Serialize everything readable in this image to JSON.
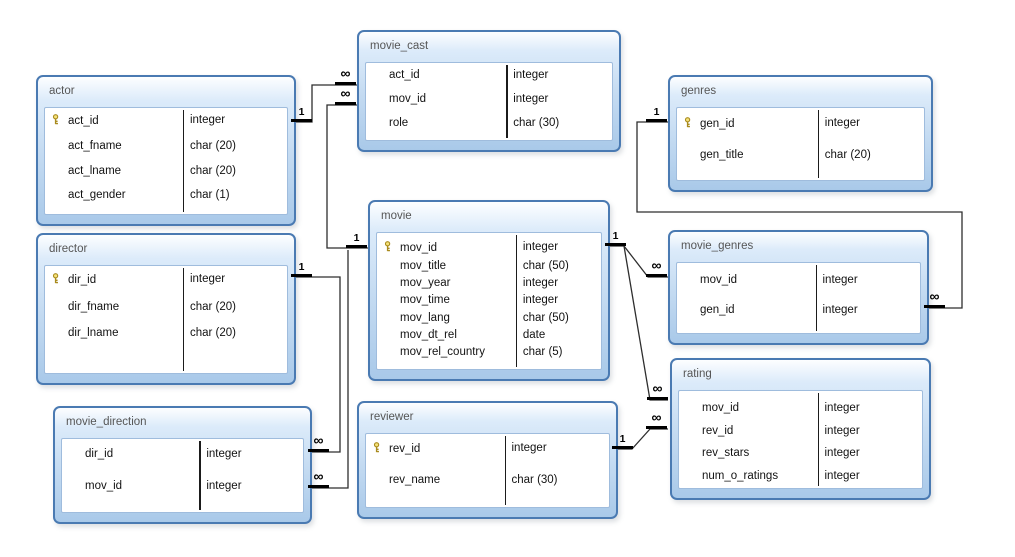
{
  "diagram": {
    "kind": "entity-relationship-diagram",
    "subject": "movie database schema"
  },
  "markers": {
    "one": "1",
    "many": "∞"
  },
  "icons": {
    "primary_key": "key-icon"
  },
  "colors": {
    "box_border": "#4a7ab2",
    "box_fill_light": "#dcebfa",
    "box_fill_dark": "#a9c9e9",
    "panel": "#ffffff",
    "divider": "#1b1b1b",
    "line": "#2e2e2e",
    "key_gold": "#f5e27a",
    "title_text": "#565656"
  },
  "tables": [
    {
      "title": "actor",
      "fields": [
        {
          "name": "act_id",
          "type": "integer",
          "key": true
        },
        {
          "name": "act_fname",
          "type": "char (20)",
          "key": false
        },
        {
          "name": "act_lname",
          "type": "char (20)",
          "key": false
        },
        {
          "name": "act_gender",
          "type": "char (1)",
          "key": false
        }
      ]
    },
    {
      "title": "movie_cast",
      "fields": [
        {
          "name": "act_id",
          "type": "integer",
          "key": false
        },
        {
          "name": "mov_id",
          "type": "integer",
          "key": false
        },
        {
          "name": "role",
          "type": "char (30)",
          "key": false
        }
      ]
    },
    {
      "title": "genres",
      "fields": [
        {
          "name": "gen_id",
          "type": "integer",
          "key": true
        },
        {
          "name": "gen_title",
          "type": "char (20)",
          "key": false
        }
      ]
    },
    {
      "title": "director",
      "fields": [
        {
          "name": "dir_id",
          "type": "integer",
          "key": true
        },
        {
          "name": "dir_fname",
          "type": "char (20)",
          "key": false
        },
        {
          "name": "dir_lname",
          "type": "char (20)",
          "key": false
        }
      ]
    },
    {
      "title": "movie",
      "fields": [
        {
          "name": "mov_id",
          "type": "integer",
          "key": true
        },
        {
          "name": "mov_title",
          "type": "char (50)",
          "key": false
        },
        {
          "name": "mov_year",
          "type": "integer",
          "key": false
        },
        {
          "name": "mov_time",
          "type": "integer",
          "key": false
        },
        {
          "name": "mov_lang",
          "type": "char (50)",
          "key": false
        },
        {
          "name": "mov_dt_rel",
          "type": "date",
          "key": false
        },
        {
          "name": "mov_rel_country",
          "type": "char (5)",
          "key": false
        }
      ]
    },
    {
      "title": "movie_genres",
      "fields": [
        {
          "name": "mov_id",
          "type": "integer",
          "key": false
        },
        {
          "name": "gen_id",
          "type": "integer",
          "key": false
        }
      ]
    },
    {
      "title": "movie_direction",
      "fields": [
        {
          "name": "dir_id",
          "type": "integer",
          "key": false
        },
        {
          "name": "mov_id",
          "type": "integer",
          "key": false
        }
      ]
    },
    {
      "title": "reviewer",
      "fields": [
        {
          "name": "rev_id",
          "type": "integer",
          "key": true
        },
        {
          "name": "rev_name",
          "type": "char (30)",
          "key": false
        }
      ]
    },
    {
      "title": "rating",
      "fields": [
        {
          "name": "mov_id",
          "type": "integer",
          "key": false
        },
        {
          "name": "rev_id",
          "type": "integer",
          "key": false
        },
        {
          "name": "rev_stars",
          "type": "integer",
          "key": false
        },
        {
          "name": "num_o_ratings",
          "type": "integer",
          "key": false
        }
      ]
    }
  ],
  "relationships": [
    {
      "from": "actor",
      "from_card": "1",
      "to": "movie_cast",
      "to_card": "∞"
    },
    {
      "from": "movie",
      "from_card": "1",
      "to": "movie_cast",
      "to_card": "∞"
    },
    {
      "from": "director",
      "from_card": "1",
      "to": "movie_direction",
      "to_card": "∞"
    },
    {
      "from": "movie",
      "from_card": "1",
      "to": "movie_direction",
      "to_card": "∞"
    },
    {
      "from": "movie",
      "from_card": "1",
      "to": "movie_genres",
      "to_card": "∞"
    },
    {
      "from": "movie",
      "from_card": "1",
      "to": "rating",
      "to_card": "∞"
    },
    {
      "from": "reviewer",
      "from_card": "1",
      "to": "rating",
      "to_card": "∞"
    },
    {
      "from": "genres",
      "from_card": "1",
      "to": "movie_genres",
      "to_card": "∞"
    }
  ]
}
